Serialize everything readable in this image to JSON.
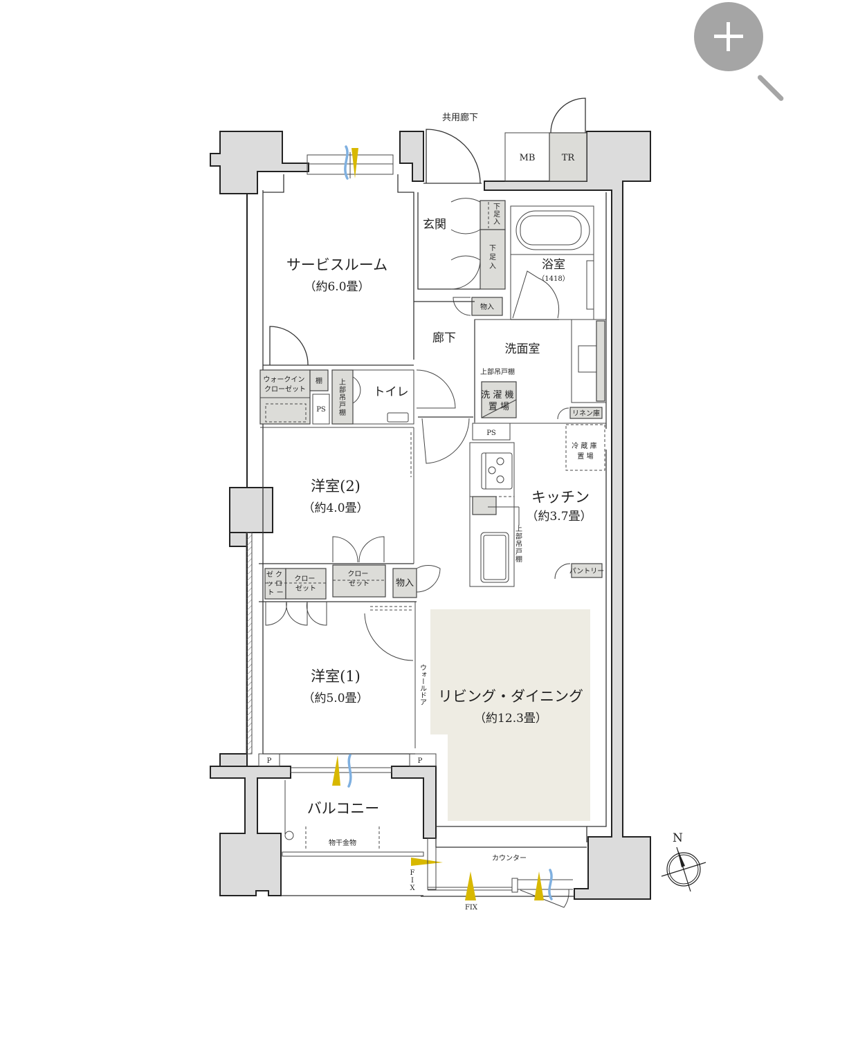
{
  "zoom_control": {
    "icon": "zoom-in-magnifier-icon",
    "color": "#a5a5a5"
  },
  "exterior": {
    "common_corridor": "共用廊下",
    "meter_box": "MB",
    "trunk_room": "TR",
    "balcony": "バルコニー",
    "drying_hardware": "物干金物",
    "pipe_space_left": "P",
    "pipe_space_right": "P",
    "fix_window_side": "F I X",
    "fix_window_bottom": "FIX",
    "counter": "カウンター"
  },
  "rooms": {
    "service_room": {
      "name": "サービスルーム",
      "size": "（約6.0畳）"
    },
    "entrance": {
      "name": "玄関"
    },
    "bathroom": {
      "name": "浴室",
      "size": "（1418）"
    },
    "hallway": {
      "name": "廊下"
    },
    "washroom": {
      "name": "洗面室"
    },
    "toilet": {
      "name": "トイレ"
    },
    "western_room_2": {
      "name": "洋室(2)",
      "size": "（約4.0畳）"
    },
    "kitchen": {
      "name": "キッチン",
      "size": "（約3.7畳）"
    },
    "western_room_1": {
      "name": "洋室(1)",
      "size": "（約5.0畳）"
    },
    "living_dining": {
      "name": "リビング・ダイニング",
      "size": "（約12.3畳）"
    }
  },
  "storage": {
    "shoe_box_upper": "下足入",
    "shoe_box_lower": "下足入",
    "storage_entry": "物入",
    "walk_in_closet": [
      "ウォークイン",
      "クローゼット"
    ],
    "shelf": "棚",
    "ps_toilet": "PS",
    "toilet_upper_shelf": "上部吊戸棚",
    "washroom_upper_shelf": "上部吊戸棚",
    "washing_machine": [
      "洗 濯 機",
      "置 場"
    ],
    "linen": "リネン庫",
    "ps_kitchen": "PS",
    "fridge": [
      "冷 蔵 庫",
      "置 場"
    ],
    "kitchen_upper_shelf": "上部吊戸棚",
    "pantry": "パントリー",
    "closet_small": [
      "ゼ ク",
      "ッ ロ",
      "ト ー"
    ],
    "closet_room1": [
      "クロー",
      "ゼット"
    ],
    "closet_room2": [
      "クロー",
      "ゼット"
    ],
    "storage_hall": "物入",
    "wall_door": "ウォールドア"
  },
  "compass": {
    "label": "N",
    "icon": "north-arrow-icon"
  },
  "colors": {
    "wall": "#dcdcdc",
    "storage": "#dcdcd8",
    "living_highlight": "#eeece3",
    "ventilation": "#d8b800",
    "breeze": "#7fb0e0"
  }
}
